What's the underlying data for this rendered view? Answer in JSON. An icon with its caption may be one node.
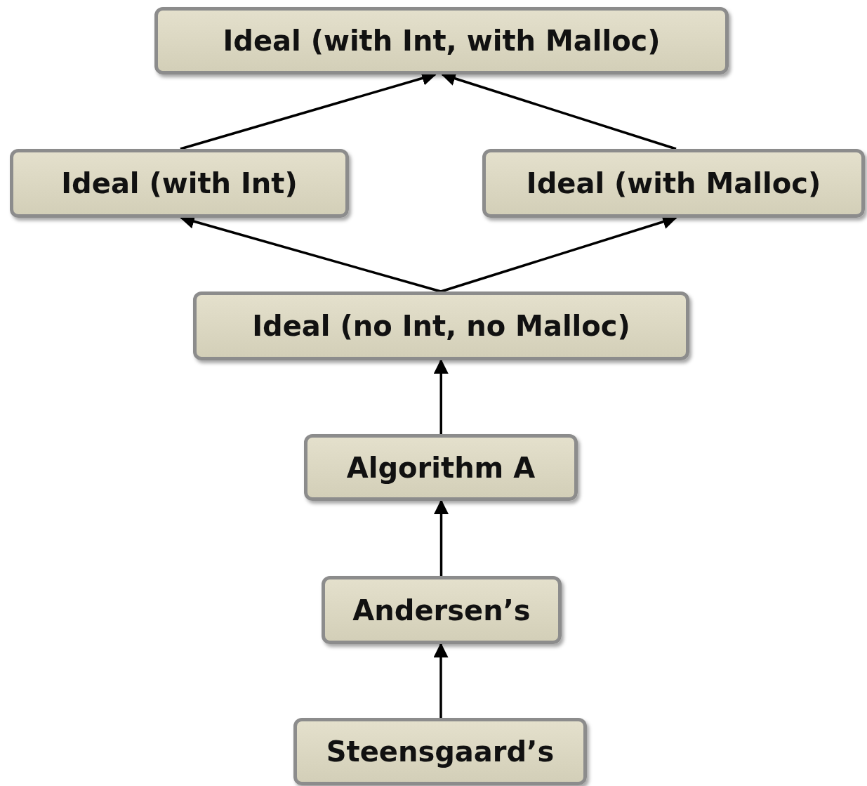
{
  "diagram": {
    "nodes": [
      {
        "text": [
          "Ideal (with Int, with Malloc)"
        ]
      },
      {
        "text": [
          "Ideal (with Int)"
        ]
      },
      {
        "text": [
          "Ideal (with Malloc)"
        ]
      },
      {
        "text": [
          "Ideal (no Int, no Malloc)"
        ]
      },
      {
        "text": [
          "Algorithm A"
        ]
      },
      {
        "text": [
          "Andersen’s"
        ]
      },
      {
        "text": [
          "Steensgaard’s"
        ]
      }
    ],
    "edges": [
      {
        "from": 1,
        "to": 0,
        "arrow": "to"
      },
      {
        "from": 2,
        "to": 0,
        "arrow": "to"
      },
      {
        "from": 3,
        "to": 1,
        "arrow": "to"
      },
      {
        "from": 3,
        "to": 2,
        "arrow": "to"
      },
      {
        "from": 4,
        "to": 3,
        "arrow": "to"
      },
      {
        "from": 5,
        "to": 4,
        "arrow": "to"
      },
      {
        "from": 6,
        "to": 5,
        "arrow": "to"
      }
    ]
  }
}
